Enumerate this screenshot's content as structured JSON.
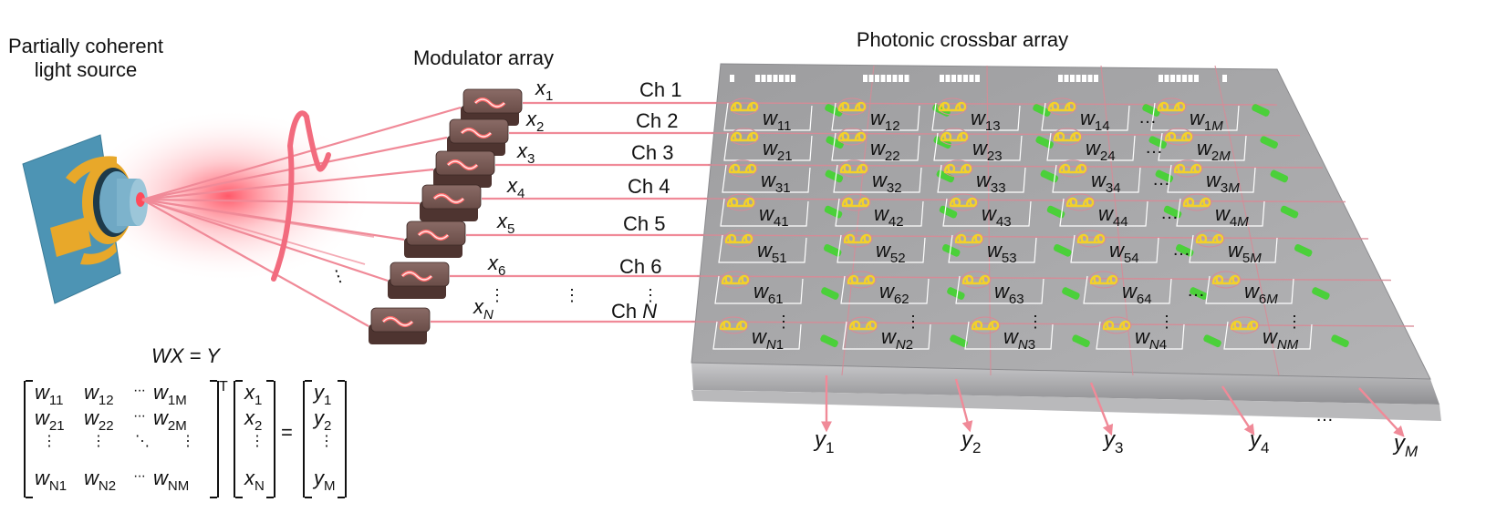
{
  "titles": {
    "light_source": [
      "Partially coherent",
      "light source"
    ],
    "modulators": "Modulator array",
    "crossbar": "Photonic crossbar array"
  },
  "inputs": {
    "x_labels": [
      {
        "sym": "x",
        "sub": "1"
      },
      {
        "sym": "x",
        "sub": "2"
      },
      {
        "sym": "x",
        "sub": "3"
      },
      {
        "sym": "x",
        "sub": "4"
      },
      {
        "sym": "x",
        "sub": "5"
      },
      {
        "sym": "x",
        "sub": "6"
      },
      {
        "sym": "x",
        "sub": "N"
      }
    ],
    "channels": [
      "Ch 1",
      "Ch 2",
      "Ch 3",
      "Ch 4",
      "Ch 5",
      "Ch 6",
      "Ch N"
    ],
    "ellipsis": "⋮"
  },
  "weights": {
    "rows": [
      [
        "11",
        "12",
        "13",
        "14",
        "1M"
      ],
      [
        "21",
        "22",
        "23",
        "24",
        "2M"
      ],
      [
        "31",
        "32",
        "33",
        "34",
        "3M"
      ],
      [
        "41",
        "42",
        "43",
        "44",
        "4M"
      ],
      [
        "51",
        "52",
        "53",
        "54",
        "5M"
      ],
      [
        "61",
        "62",
        "63",
        "64",
        "6M"
      ],
      [
        "N1",
        "N2",
        "N3",
        "N4",
        "NM"
      ]
    ],
    "symbol": "w",
    "row_ellipsis": "…",
    "col_ellipsis": "⋮"
  },
  "outputs": {
    "y_labels": [
      {
        "sym": "y",
        "sub": "1"
      },
      {
        "sym": "y",
        "sub": "2"
      },
      {
        "sym": "y",
        "sub": "3"
      },
      {
        "sym": "y",
        "sub": "4"
      },
      {
        "sym": "y",
        "sub": "M"
      }
    ],
    "ellipsis": "…"
  },
  "equation": {
    "header": "WX = Y",
    "W": [
      [
        "w",
        "11"
      ],
      [
        "w",
        "12"
      ],
      [
        "w",
        "1M"
      ],
      [
        "w",
        "21"
      ],
      [
        "w",
        "22"
      ],
      [
        "w",
        "2M"
      ],
      [
        "w",
        "N1"
      ],
      [
        "w",
        "N2"
      ],
      [
        "w",
        "NM"
      ]
    ],
    "transpose": "T",
    "X": [
      [
        "x",
        "1"
      ],
      [
        "x",
        "2"
      ],
      [
        "x",
        "N"
      ]
    ],
    "equals": "=",
    "Y": [
      [
        "y",
        "1"
      ],
      [
        "y",
        "2"
      ],
      [
        "y",
        "M"
      ]
    ]
  },
  "colors": {
    "beam": "#f08a98",
    "beam_glow": "#ff4a5a",
    "chip": "#a9a9ab",
    "chip_dark": "#8e8e90",
    "heater": "#f3d12a",
    "coupler": "#4bd03a",
    "modulator": "#6b4a45",
    "source_plate": "#4d94b4",
    "source_gold": "#e8a82a"
  }
}
